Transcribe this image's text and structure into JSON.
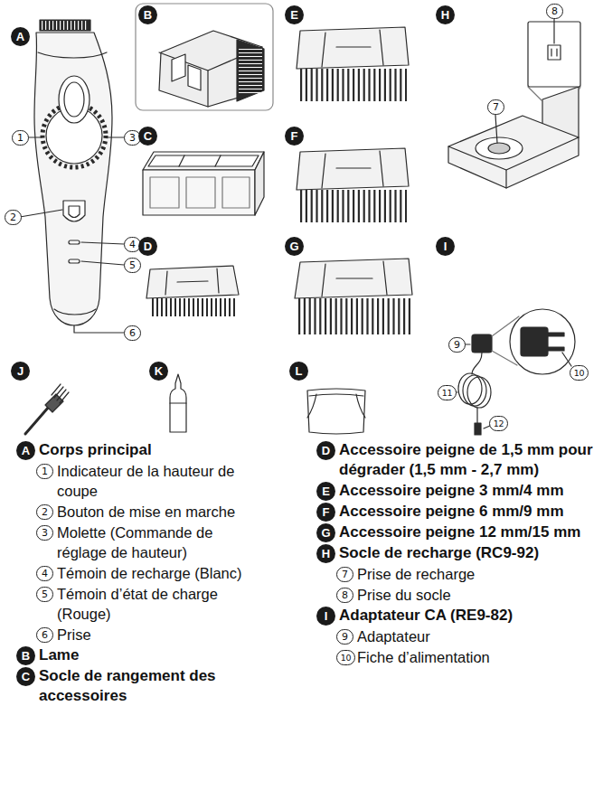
{
  "diagram": {
    "labels": [
      "A",
      "1",
      "3",
      "2",
      "4",
      "5",
      "6",
      "B",
      "C",
      "D",
      "E",
      "F",
      "G",
      "H",
      "8",
      "7",
      "I",
      "9",
      "10",
      "11",
      "12",
      "J",
      "K",
      "L",
      "A",
      "Corps principal",
      "1",
      "Indicateur de la hauteur de coupe",
      "2",
      "Bouton de mise en marche",
      "3",
      "Molette (Commande de réglage de hauteur)",
      "4",
      "Témoin de recharge (Blanc)",
      "5",
      "Témoin d’état de charge (Rouge)",
      "6",
      "Prise",
      "B",
      "Lame",
      "C",
      "Socle de rangement des accessoires",
      "D",
      "Accessoire peigne de 1,5 mm pour dégrader (1,5 mm - 2,7 mm)",
      "E",
      "Accessoire peigne 3 mm/4 mm",
      "F",
      "Accessoire peigne 6 mm/9 mm",
      "G",
      "Accessoire peigne 12 mm/15 mm",
      "H",
      "Socle de recharge (RC9-92)",
      "7",
      "Prise de recharge",
      "8",
      "Prise du socle",
      "I",
      "Adaptateur CA (RE9-82)",
      "9",
      "Adaptateur",
      "10",
      "Fiche d’alimentation"
    ]
  }
}
